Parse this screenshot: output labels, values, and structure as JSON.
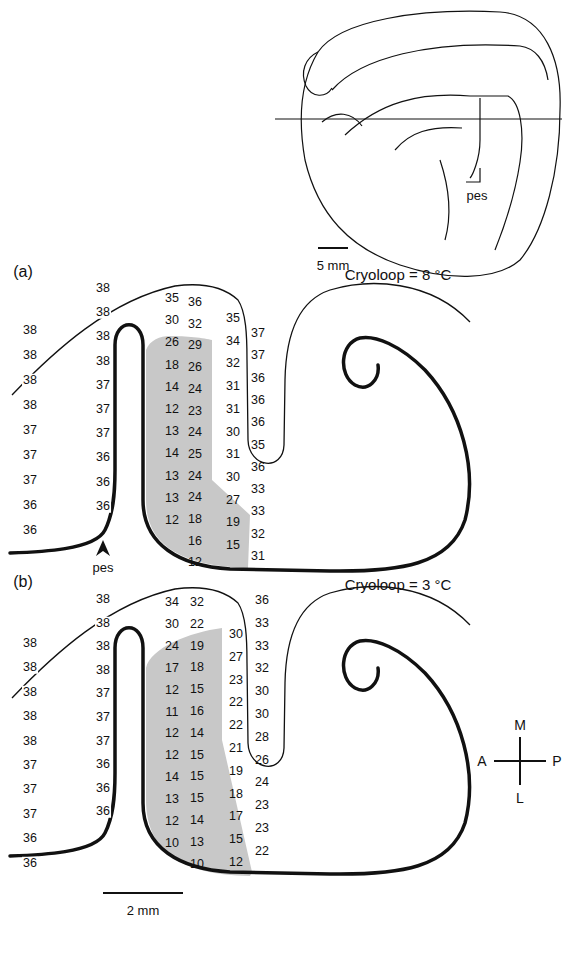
{
  "diagram": {
    "labels": [
      "pes",
      "5 mm",
      "(a)",
      "Cryoloop = 8 °C",
      "38",
      "38",
      "38",
      "38",
      "37",
      "37",
      "37",
      "36",
      "36",
      "38",
      "38",
      "38",
      "38",
      "37",
      "37",
      "37",
      "36",
      "36",
      "36",
      "35",
      "30",
      "26",
      "18",
      "14",
      "12",
      "13",
      "14",
      "13",
      "13",
      "12",
      "36",
      "32",
      "29",
      "26",
      "24",
      "23",
      "24",
      "25",
      "24",
      "24",
      "18",
      "16",
      "12",
      "35",
      "34",
      "32",
      "31",
      "31",
      "30",
      "31",
      "30",
      "27",
      "19",
      "15",
      "37",
      "37",
      "36",
      "36",
      "36",
      "35",
      "36",
      "33",
      "33",
      "32",
      "31",
      "pes",
      "(b)",
      "Cryoloop = 3 °C",
      "38",
      "38",
      "38",
      "38",
      "38",
      "37",
      "37",
      "37",
      "36",
      "36",
      "38",
      "38",
      "38",
      "38",
      "37",
      "37",
      "37",
      "36",
      "36",
      "36",
      "34",
      "30",
      "24",
      "17",
      "12",
      "11",
      "12",
      "12",
      "14",
      "13",
      "12",
      "10",
      "32",
      "22",
      "19",
      "18",
      "15",
      "16",
      "14",
      "15",
      "15",
      "15",
      "14",
      "13",
      "10",
      "30",
      "27",
      "23",
      "22",
      "22",
      "21",
      "19",
      "18",
      "17",
      "15",
      "12",
      "36",
      "33",
      "33",
      "32",
      "30",
      "30",
      "28",
      "26",
      "24",
      "23",
      "23",
      "22",
      "2 mm",
      "M",
      "A",
      "P",
      "L"
    ]
  }
}
